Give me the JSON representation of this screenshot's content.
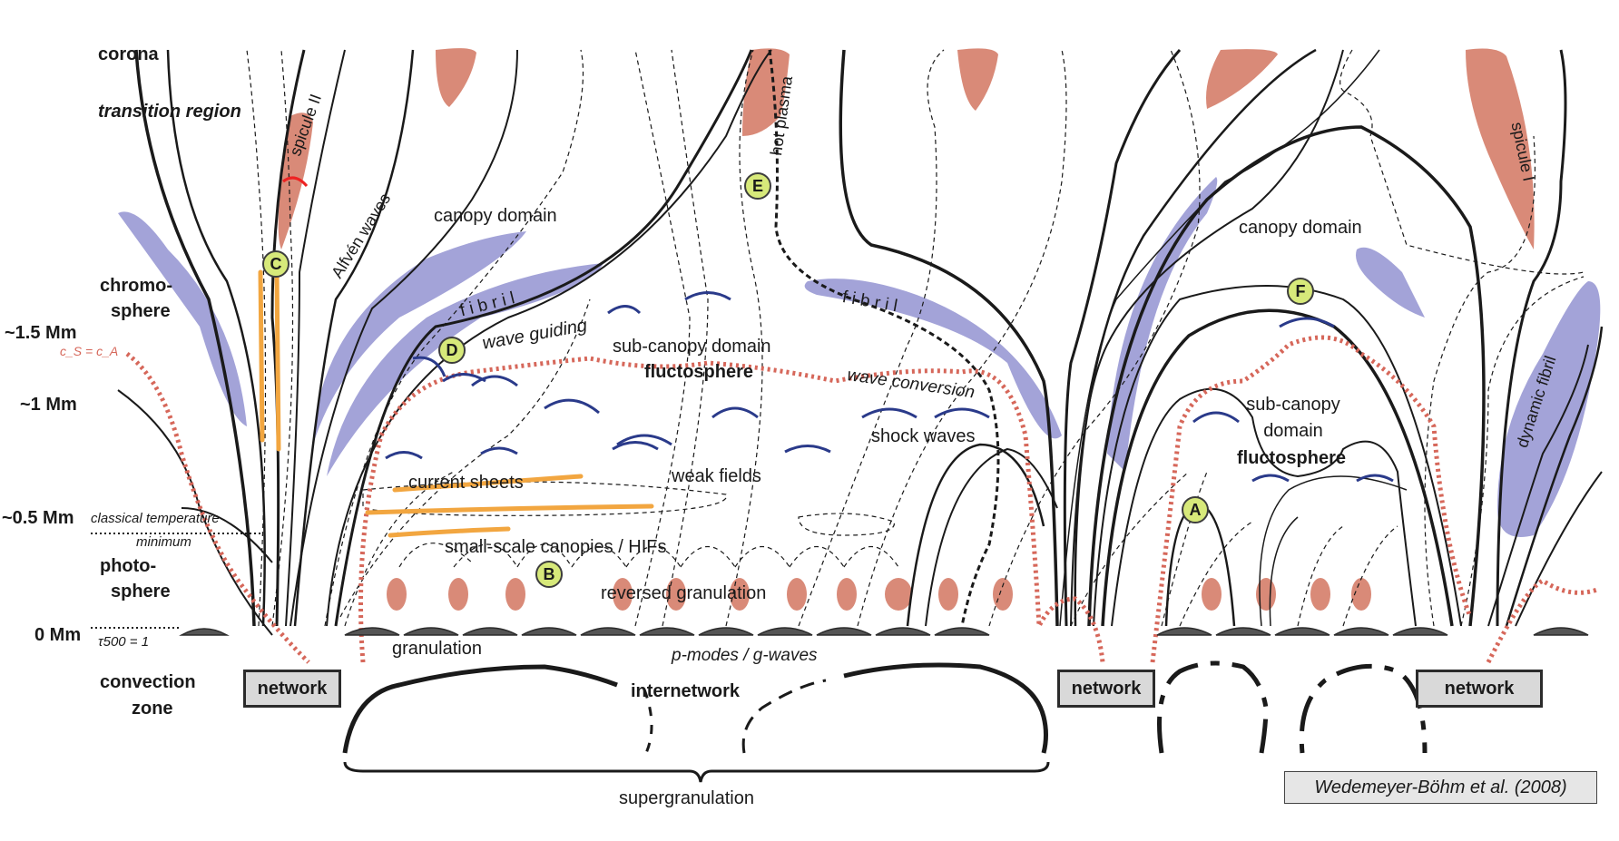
{
  "labels": {
    "corona": "corona",
    "transition_region": "transition region",
    "chromosphere_1": "chromo-",
    "chromosphere_2": "sphere",
    "photosphere_1": "photo-",
    "photosphere_2": "sphere",
    "convection_1": "convection",
    "convection_2": "zone",
    "height_15": "~1.5 Mm",
    "height_1": "~1 Mm",
    "height_05": "~0.5 Mm",
    "height_0": "0 Mm",
    "cs_ca": "c_S = c_A",
    "classical_temp_1": "classical temperature",
    "classical_temp_2": "minimum",
    "tau": "τ500 = 1",
    "canopy_domain_left": "canopy domain",
    "canopy_domain_right": "canopy domain",
    "spicule_2": "spicule II",
    "spicule_1": "spicule I",
    "alfven": "Alfvén waves",
    "hot_plasma": "hot plasma",
    "fibril_left": "f i b r i l",
    "fibril_mid": "f i b r i l",
    "dynamic_fibril": "dynamic fibril",
    "wave_guiding": "wave guiding",
    "sub_canopy_left": "sub-canopy domain",
    "fluctosphere_left": "fluctosphere",
    "wave_conversion": "wave conversion",
    "shock_waves": "shock waves",
    "weak_fields": "weak fields",
    "current_sheets": "current sheets",
    "small_scale": "small-scale canopies  /  HIFs",
    "reversed_granulation": "reversed granulation",
    "granulation": "granulation",
    "pmodes": "p-modes / g-waves",
    "internetwork": "internetwork",
    "supergranulation": "supergranulation",
    "sub_canopy_right_1": "sub-canopy",
    "sub_canopy_right_2": "domain",
    "fluctosphere_right": "fluctosphere"
  },
  "network_boxes": [
    "network",
    "network",
    "network"
  ],
  "markers": [
    "A",
    "B",
    "C",
    "D",
    "E",
    "F"
  ],
  "credit": "Wedemeyer-Böhm et al. (2008)",
  "colors": {
    "fibril": "#a3a3d8",
    "spicule": "#d98a78",
    "cs_ca_line": "#d6675a",
    "current_sheet": "#f2a640",
    "wave_arc": "#2a3a8a",
    "marker_fill": "#d7e97a",
    "box_fill": "#d9d9d9"
  }
}
